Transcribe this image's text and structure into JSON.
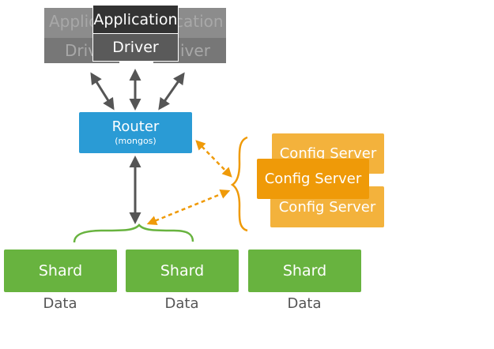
{
  "app": {
    "left_ghost_top": "Applic",
    "left_ghost_bottom": "Driv",
    "right_ghost_top": "cation",
    "right_ghost_bottom": "iver",
    "front_title": "Application",
    "front_driver": "Driver"
  },
  "router": {
    "title": "Router",
    "subtitle": "(mongos)"
  },
  "config_servers": [
    {
      "label": "Config Server"
    },
    {
      "label": "Config Server"
    },
    {
      "label": "Config Server"
    }
  ],
  "shards": [
    {
      "label": "Shard",
      "data": "Data"
    },
    {
      "label": "Shard",
      "data": "Data"
    },
    {
      "label": "Shard",
      "data": "Data"
    }
  ],
  "colors": {
    "router": "#2a9bd5",
    "config_primary": "#ef9a08",
    "config_secondary": "#f3b23c",
    "shard": "#68b33f",
    "app_dark": "#333333",
    "arrow_dark": "#555555",
    "arrow_orange": "#ef9a08"
  }
}
